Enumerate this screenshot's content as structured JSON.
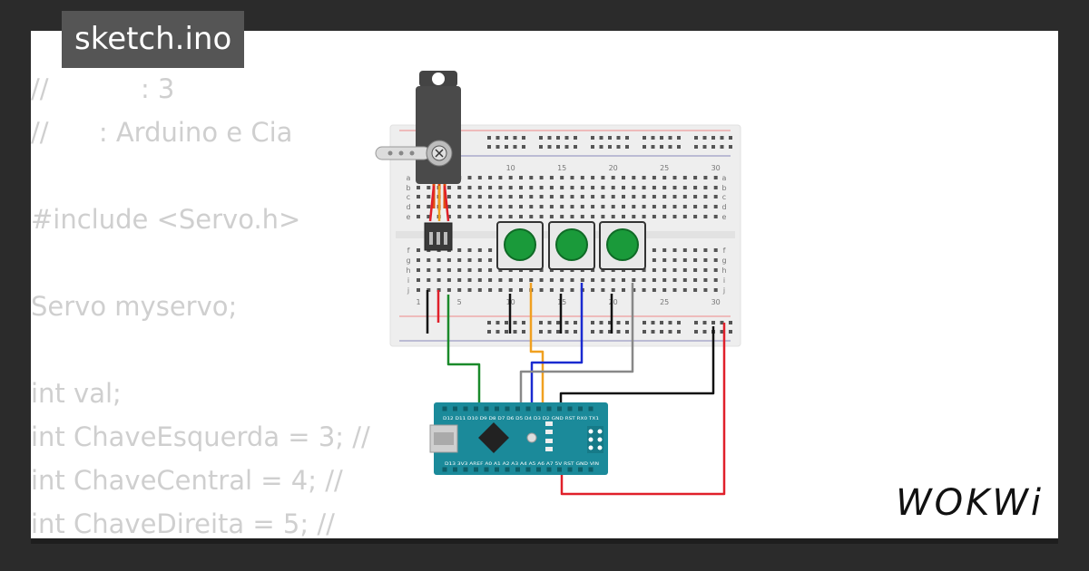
{
  "title": "sketch.ino",
  "code_lines": [
    "//           : 3",
    "//      : Arduino e Cia",
    "",
    "#include <Servo.h>",
    "",
    "Servo myservo;",
    "",
    "int val;",
    "int ChaveEsquerda = 3; //",
    "int ChaveCentral = 4; //",
    "int ChaveDireita = 5; //"
  ],
  "brand": "WOKWi",
  "breadboard": {
    "column_numbers": [
      "1",
      "5",
      "10",
      "15",
      "20",
      "25",
      "30"
    ],
    "row_letters_top": [
      "a",
      "b",
      "c",
      "d",
      "e"
    ],
    "row_letters_bottom": [
      "f",
      "g",
      "h",
      "i",
      "j"
    ]
  },
  "board_labels": {
    "top_pins": "D12 D11 D10 D9 D8 D7 D6 D5 D4 D3 D2 GND RST RX0 TX1",
    "bottom_pins": "D13 3V3 AREF A0 A1 A2 A3 A4 A5 A6 A7 5V RST GND VIN"
  },
  "colors": {
    "background": "#2b2b2b",
    "card": "#ffffff",
    "code_text": "#cfcfcf",
    "board": "#1b8a9a",
    "button_cap": "#1a9a3a",
    "wire_red": "#e0202a",
    "wire_black": "#111111",
    "wire_green": "#1a8a2a",
    "wire_orange": "#f0a020",
    "wire_blue": "#1a2ad0",
    "wire_gray": "#888888"
  }
}
